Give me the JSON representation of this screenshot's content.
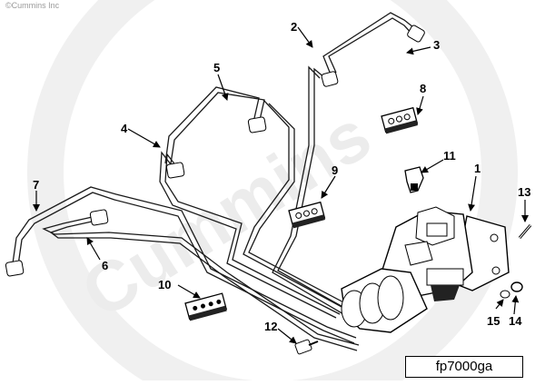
{
  "copyright": "©Cummins Inc",
  "watermark": "Cummins",
  "figure_id": "fp7000ga",
  "callouts": [
    {
      "label": "1",
      "part": "fuel injection pump"
    },
    {
      "label": "2",
      "part": "fuel line"
    },
    {
      "label": "3",
      "part": "fuel line nut"
    },
    {
      "label": "4",
      "part": "fuel line"
    },
    {
      "label": "5",
      "part": "fuel line"
    },
    {
      "label": "6",
      "part": "fuel line"
    },
    {
      "label": "7",
      "part": "fuel line"
    },
    {
      "label": "8",
      "part": "clamp block"
    },
    {
      "label": "9",
      "part": "clamp block"
    },
    {
      "label": "10",
      "part": "clamp block"
    },
    {
      "label": "11",
      "part": "bracket"
    },
    {
      "label": "12",
      "part": "banjo fitting"
    },
    {
      "label": "13",
      "part": "stud"
    },
    {
      "label": "14",
      "part": "washer"
    },
    {
      "label": "15",
      "part": "nut"
    }
  ]
}
